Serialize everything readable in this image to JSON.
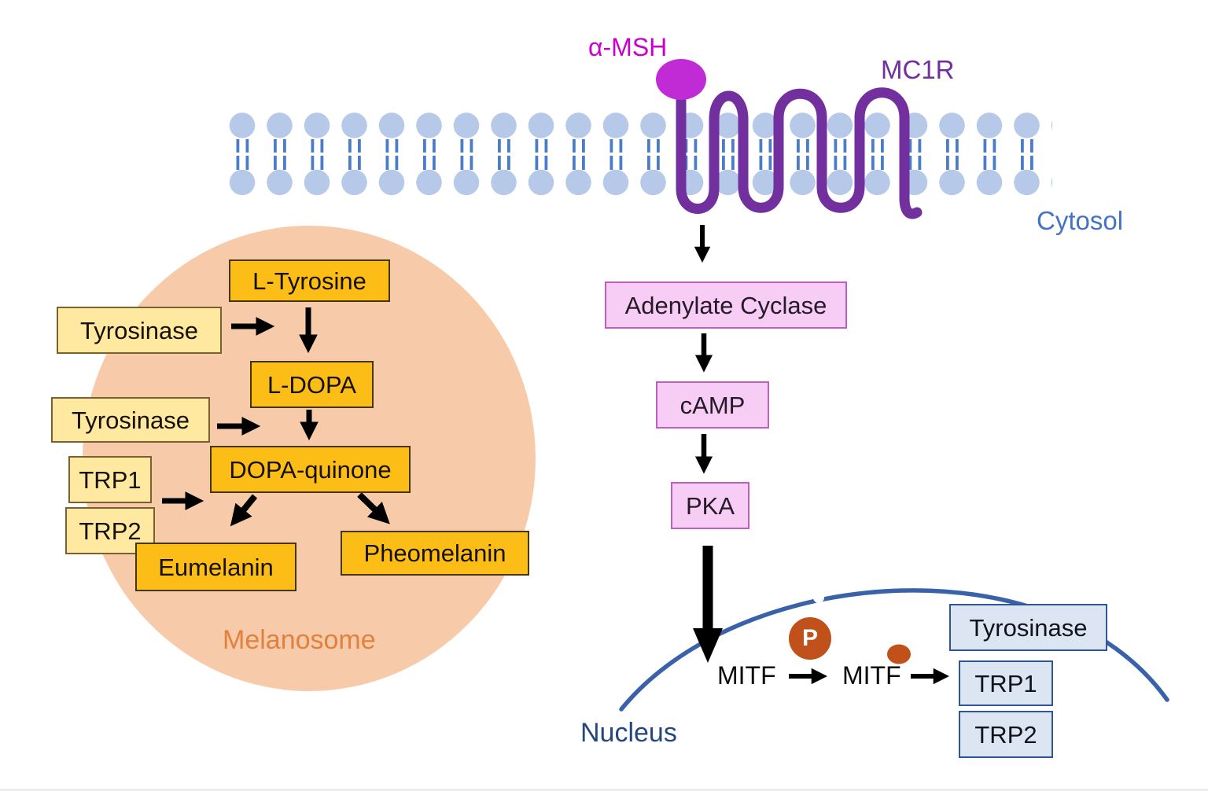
{
  "membrane": {
    "cytosol_label": "Cytosol"
  },
  "receptor": {
    "ligand_label": "α-MSH",
    "name_label": "MC1R"
  },
  "cascade": {
    "adenylate_cyclase": "Adenylate Cyclase",
    "camp": "cAMP",
    "pka": "PKA"
  },
  "melanosome": {
    "label": "Melanosome",
    "l_tyrosine": "L-Tyrosine",
    "l_dopa": "L-DOPA",
    "dopa_quinone": "DOPA-quinone",
    "eumelanin": "Eumelanin",
    "pheomelanin": "Pheomelanin",
    "tyrosinase_1": "Tyrosinase",
    "tyrosinase_2": "Tyrosinase",
    "trp1": "TRP1",
    "trp2": "TRP2"
  },
  "nucleus": {
    "label": "Nucleus",
    "mitf": "MITF",
    "mitf_activated": "MITF",
    "phosphate_label": "P",
    "target_tyrosinase": "Tyrosinase",
    "target_trp1": "TRP1",
    "target_trp2": "TRP2"
  },
  "colors": {
    "membrane_head": "#B6C9E9",
    "membrane_tail": "#4A7CC7",
    "receptor_purple": "#72309E",
    "ligand_magenta": "#C02BD6",
    "ligand_label_color": "#CC00CC",
    "cascade_box_fill": "#F8CDF5",
    "cascade_box_border": "#BE5FBE",
    "substrate_box_fill": "#FCBE16",
    "enzyme_box_fill": "#FFE9A0",
    "melanosome_fill": "#F7CBA9",
    "melanosome_label_color": "#E0813F",
    "nucleus_arc_blue": "#3A62A8",
    "nucleus_box_fill": "#DCE6F2",
    "nucleus_box_border": "#2F5597",
    "phosphate_fill": "#C0511A",
    "cytosol_label_color": "#4472C4",
    "arrow_color": "#000000"
  }
}
